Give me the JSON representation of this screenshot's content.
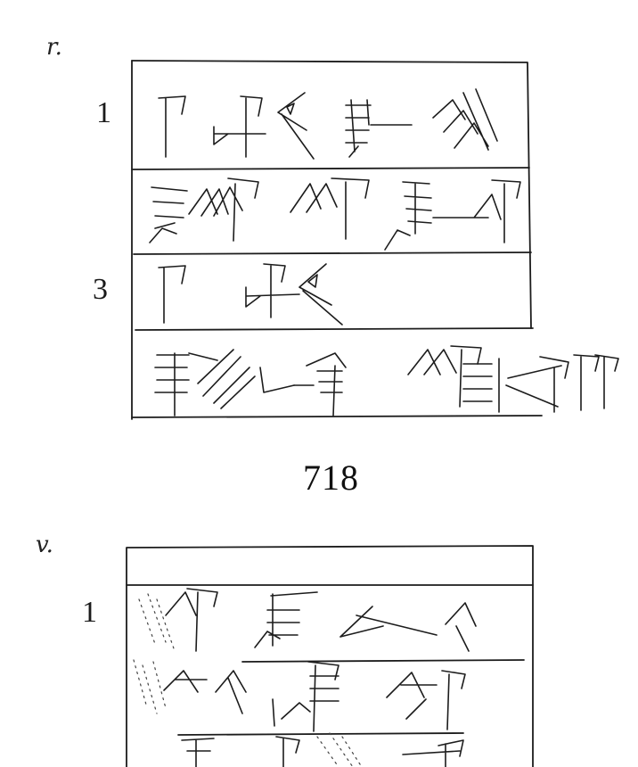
{
  "obverse": {
    "side_label": "r.",
    "line_numbers": [
      "1",
      "3"
    ]
  },
  "tablet": {
    "number": "718"
  },
  "reverse": {
    "side_label": "v.",
    "line_numbers": [
      "1"
    ]
  },
  "colors": {
    "ink": "#1c1c1c",
    "paper": "#ffffff"
  }
}
